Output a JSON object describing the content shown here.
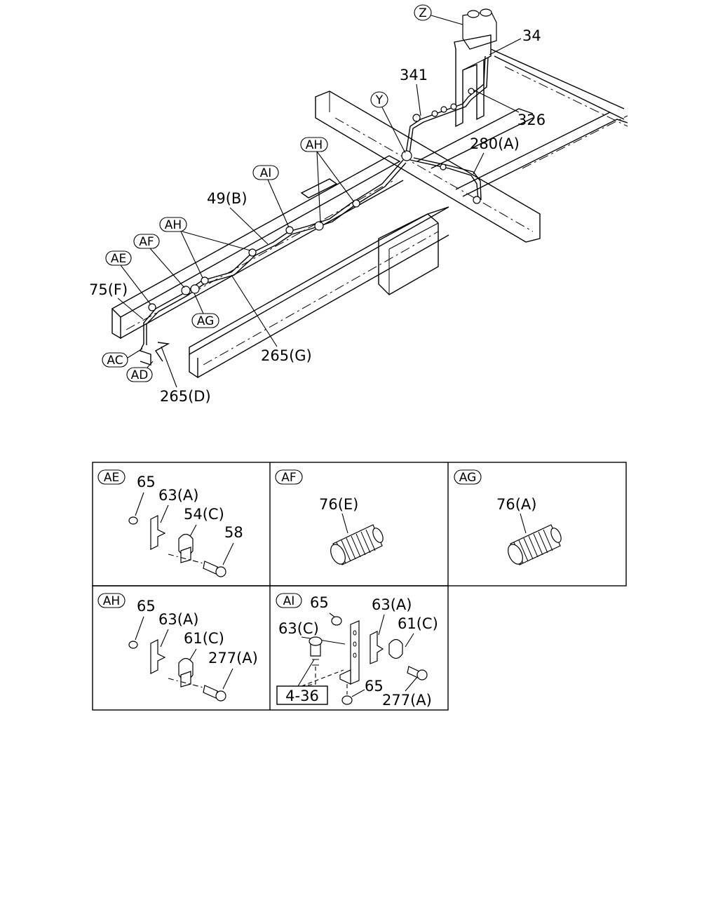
{
  "main_diagram": {
    "callouts": {
      "z": "Z",
      "y": "Y",
      "ah_top": "AH",
      "ai": "AI",
      "ah_mid": "AH",
      "af": "AF",
      "ae": "AE",
      "ag": "AG",
      "ac": "AC",
      "ad": "AD"
    },
    "labels": {
      "p34": "34",
      "p341": "341",
      "p326": "326",
      "p280a": "280(A)",
      "p49b": "49(B)",
      "p75f": "75(F)",
      "p265g": "265(G)",
      "p265d": "265(D)"
    }
  },
  "detail_grid": {
    "ae": {
      "tag": "AE",
      "parts": [
        "65",
        "63(A)",
        "54(C)",
        "58"
      ]
    },
    "af": {
      "tag": "AF",
      "parts": [
        "76(E)"
      ]
    },
    "ag": {
      "tag": "AG",
      "parts": [
        "76(A)"
      ]
    },
    "ah": {
      "tag": "AH",
      "parts": [
        "65",
        "63(A)",
        "61(C)",
        "277(A)"
      ]
    },
    "ai": {
      "tag": "AI",
      "parts": [
        "65",
        "63(A)",
        "63(C)",
        "61(C)",
        "65",
        "277(A)"
      ],
      "ref": "4-36"
    }
  }
}
